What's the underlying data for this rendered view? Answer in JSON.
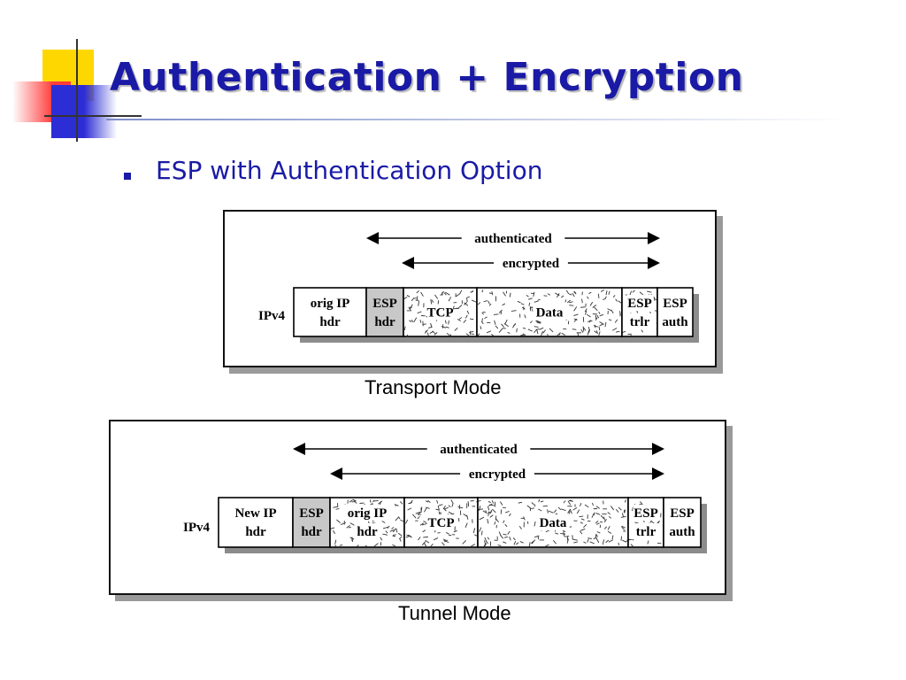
{
  "slide": {
    "title": "Authentication + Encryption",
    "bullet": "ESP with Authentication Option"
  },
  "colors": {
    "title": "#1a1aa6",
    "esp_hdr_fill": "#c8c8c8",
    "encrypted_fill_pattern": "speckle"
  },
  "diagrams": [
    {
      "caption": "Transport Mode",
      "row_label": "IPv4",
      "authenticated_label": "authenticated",
      "encrypted_label": "encrypted",
      "fields": [
        {
          "lines": [
            "orig IP",
            "hdr"
          ],
          "style": "plain"
        },
        {
          "lines": [
            "ESP",
            "hdr"
          ],
          "style": "gray"
        },
        {
          "lines": [
            "TCP"
          ],
          "style": "speckle"
        },
        {
          "lines": [
            "Data"
          ],
          "style": "speckle"
        },
        {
          "lines": [
            "ESP",
            "trlr"
          ],
          "style": "speckle"
        },
        {
          "lines": [
            "ESP",
            "auth"
          ],
          "style": "plain"
        }
      ]
    },
    {
      "caption": "Tunnel Mode",
      "row_label": "IPv4",
      "authenticated_label": "authenticated",
      "encrypted_label": "encrypted",
      "fields": [
        {
          "lines": [
            "New IP",
            "hdr"
          ],
          "style": "plain"
        },
        {
          "lines": [
            "ESP",
            "hdr"
          ],
          "style": "gray"
        },
        {
          "lines": [
            "orig IP",
            "hdr"
          ],
          "style": "speckle"
        },
        {
          "lines": [
            "TCP"
          ],
          "style": "speckle"
        },
        {
          "lines": [
            "Data"
          ],
          "style": "speckle"
        },
        {
          "lines": [
            "ESP",
            "trlr"
          ],
          "style": "speckle"
        },
        {
          "lines": [
            "ESP",
            "auth"
          ],
          "style": "plain"
        }
      ]
    }
  ]
}
